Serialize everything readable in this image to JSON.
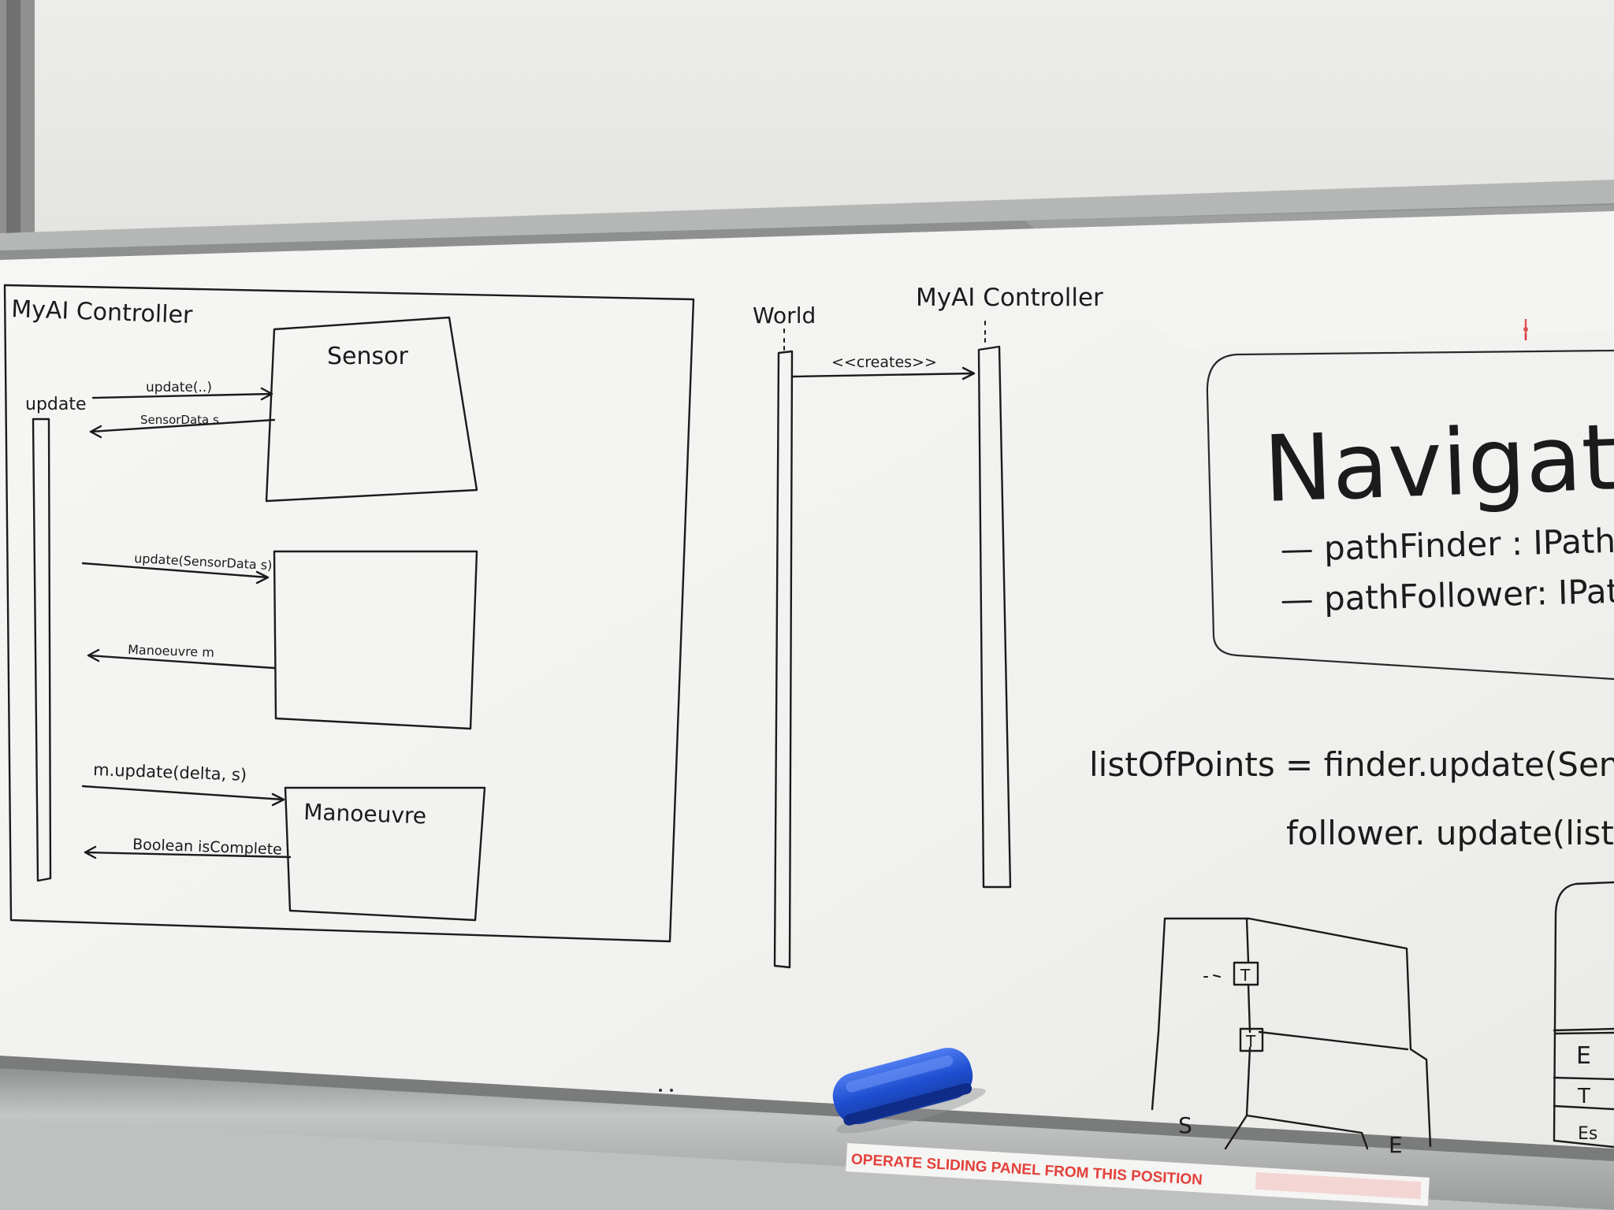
{
  "colors": {
    "ink": "#1b1b1b",
    "board": "#f4f4f2",
    "frame": "#a8aaa8",
    "eraser": "#1f4fd1",
    "label_red": "#e3413a"
  },
  "class_diagram": {
    "title": "MyAI Controller",
    "update_label": "update",
    "sensor_label": "Sensor",
    "msg_update": "update(..)",
    "msg_sensor_data": "SensorData s",
    "msg_update_sensor": "update(SensorData s)",
    "msg_manoeuvre": "Manoeuvre m",
    "msg_m_update": "m.update(delta, s)",
    "msg_boolean": "Boolean isComplete",
    "manoeuvre_label": "Manoeuvre"
  },
  "sequence_diagram": {
    "world_label": "World",
    "controller_label": "MyAI Controller",
    "creates_label": "<<creates>>"
  },
  "navigator": {
    "title": "Navigator",
    "field1": "— pathFinder : IPathF",
    "field2": "— pathFollower: IPat"
  },
  "code": {
    "line1": "listOfPoints = finder.update(Sens",
    "line2": "follower. update(list"
  },
  "map_sketch": {
    "s_label": "S",
    "e_label": "E",
    "t1_label": "T",
    "t2_label": "T"
  },
  "right_box": {
    "row1": "E",
    "row2": "T",
    "row3": "Es"
  },
  "tray": {
    "label": "OPERATE SLIDING PANEL FROM THIS POSITION"
  }
}
